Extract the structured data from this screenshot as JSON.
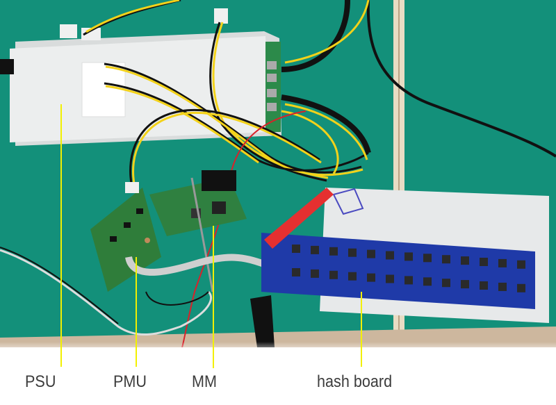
{
  "image": {
    "description": "Bitcoin miner components on a green ESD mat: power supply, power management board, mining management board and hash board connected by cables",
    "colors": {
      "mat": "#13907a",
      "leader_line": "#f2f000",
      "label_text": "#3c3c3c",
      "pcb_green": "#2f7d3a",
      "pcb_blue": "#1f3aa8"
    }
  },
  "labels": [
    {
      "id": "psu",
      "text": "PSU"
    },
    {
      "id": "pmu",
      "text": "PMU"
    },
    {
      "id": "mm",
      "text": "MM"
    },
    {
      "id": "hash-board",
      "text": "hash board"
    }
  ]
}
